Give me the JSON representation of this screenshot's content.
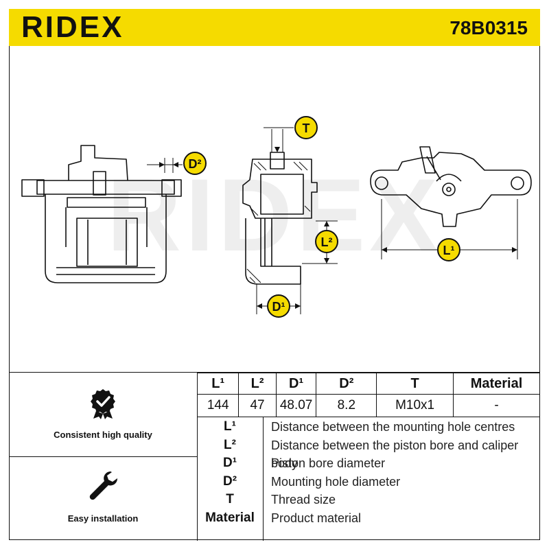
{
  "header": {
    "brand": "RIDEX",
    "part_number": "78B0315",
    "brand_color": "#f5db00"
  },
  "diagram": {
    "watermark": "RIDEX",
    "labels": {
      "d2": "D²",
      "t": "T",
      "l2": "L²",
      "d1": "D¹",
      "l1": "L¹"
    }
  },
  "features": [
    {
      "icon": "quality-check-icon",
      "caption": "Consistent high quality"
    },
    {
      "icon": "wrench-icon",
      "caption": "Easy installation"
    }
  ],
  "spec_table": {
    "headers": [
      "L¹",
      "L²",
      "D¹",
      "D²",
      "T",
      "Material"
    ],
    "values": [
      "144",
      "47",
      "48.07",
      "8.2",
      "M10x1",
      "-"
    ]
  },
  "legend": [
    {
      "key": "L¹",
      "desc": "Distance between the mounting hole centres"
    },
    {
      "key": "L²",
      "desc": "Distance between the piston bore and caliper body"
    },
    {
      "key": "D¹",
      "desc": "Piston bore diameter"
    },
    {
      "key": "D²",
      "desc": "Mounting hole diameter"
    },
    {
      "key": "T",
      "desc": "Thread size"
    },
    {
      "key": "Material",
      "desc": "Product material"
    }
  ]
}
